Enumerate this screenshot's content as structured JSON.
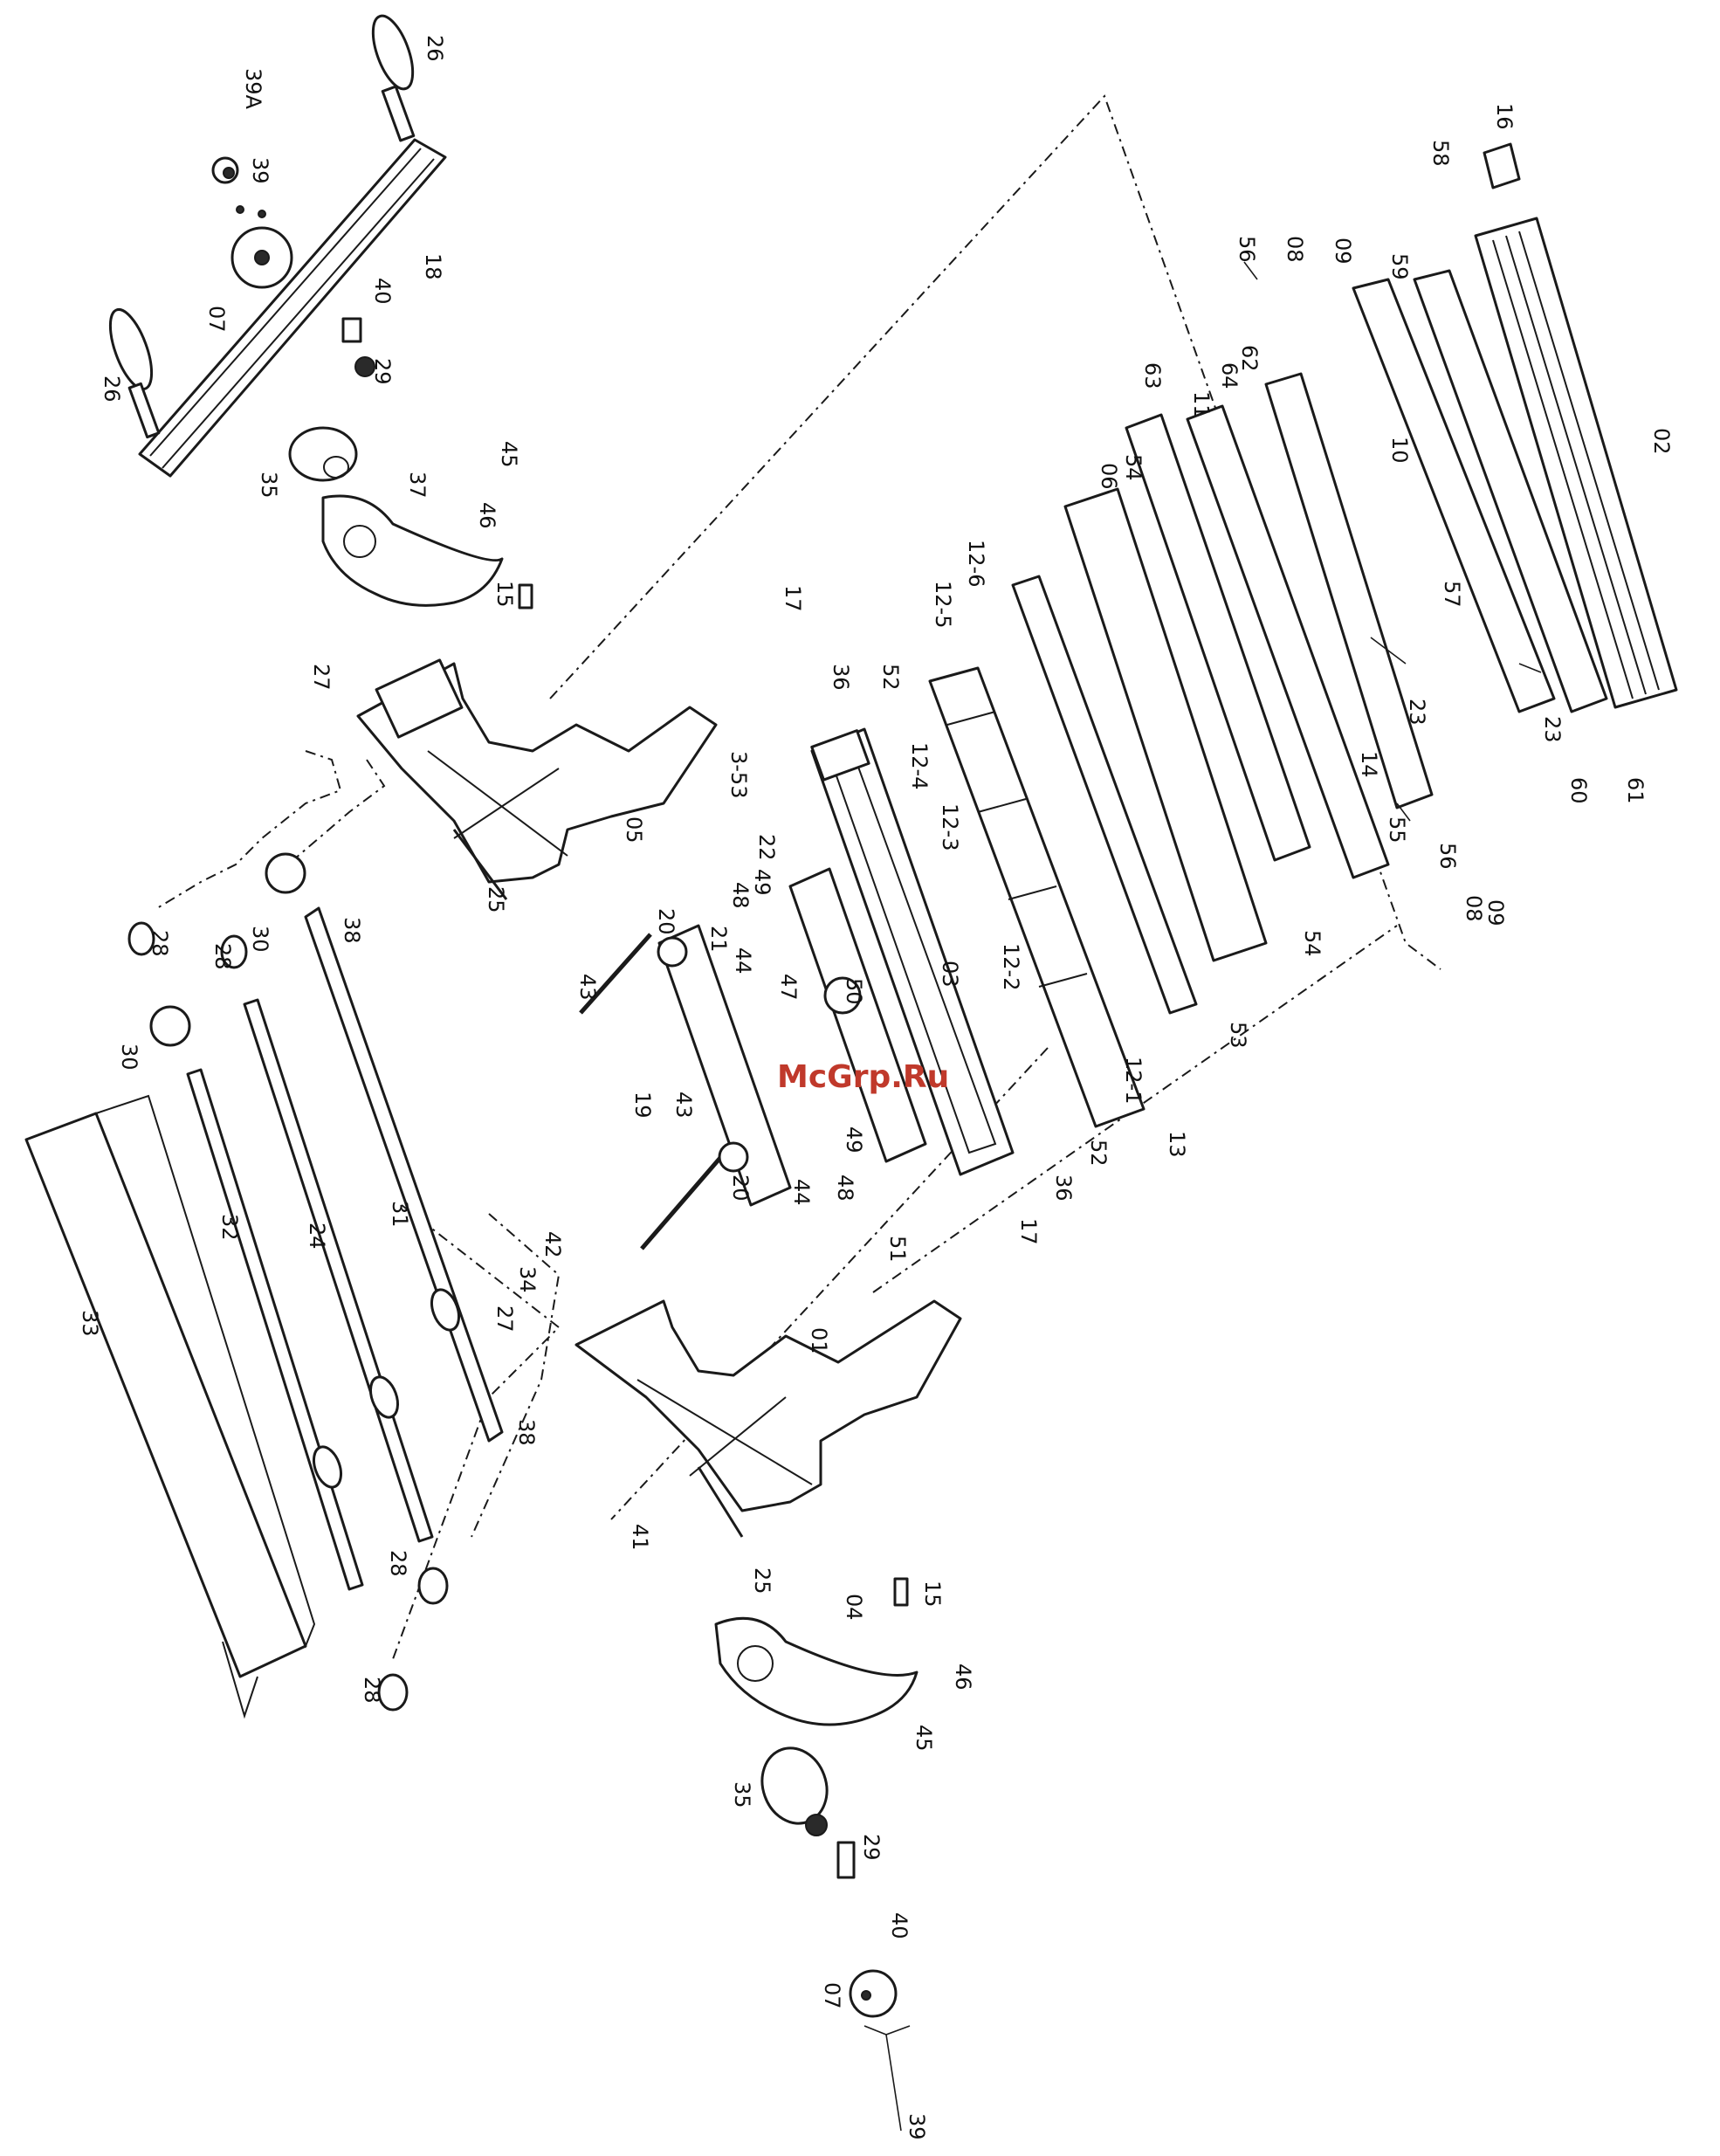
{
  "watermark": {
    "text": "McGrp.Ru",
    "color": "#c0392b"
  },
  "labels": [
    "26",
    "39A",
    "39",
    "07",
    "18",
    "40",
    "26",
    "29",
    "35",
    "37",
    "45",
    "46",
    "15",
    "17",
    "27",
    "05",
    "25",
    "28",
    "28",
    "30",
    "30",
    "38",
    "20",
    "21",
    "43",
    "44",
    "48",
    "49",
    "22",
    "3-53",
    "36",
    "52",
    "12-5",
    "12-6",
    "12-4",
    "12-3",
    "12-2",
    "12-1",
    "03",
    "50",
    "47",
    "19",
    "43",
    "20",
    "44",
    "48",
    "49",
    "51",
    "36",
    "52",
    "06",
    "54",
    "53",
    "13",
    "54",
    "63",
    "64",
    "62",
    "11",
    "14",
    "55",
    "56",
    "08",
    "09",
    "56",
    "08",
    "09",
    "59",
    "10",
    "57",
    "23",
    "23",
    "60",
    "61",
    "02",
    "58",
    "16",
    "32",
    "24",
    "31",
    "33",
    "34",
    "42",
    "27",
    "38",
    "28",
    "28",
    "01",
    "17",
    "41",
    "25",
    "15",
    "04",
    "46",
    "45",
    "35",
    "29",
    "40",
    "07",
    "39"
  ]
}
